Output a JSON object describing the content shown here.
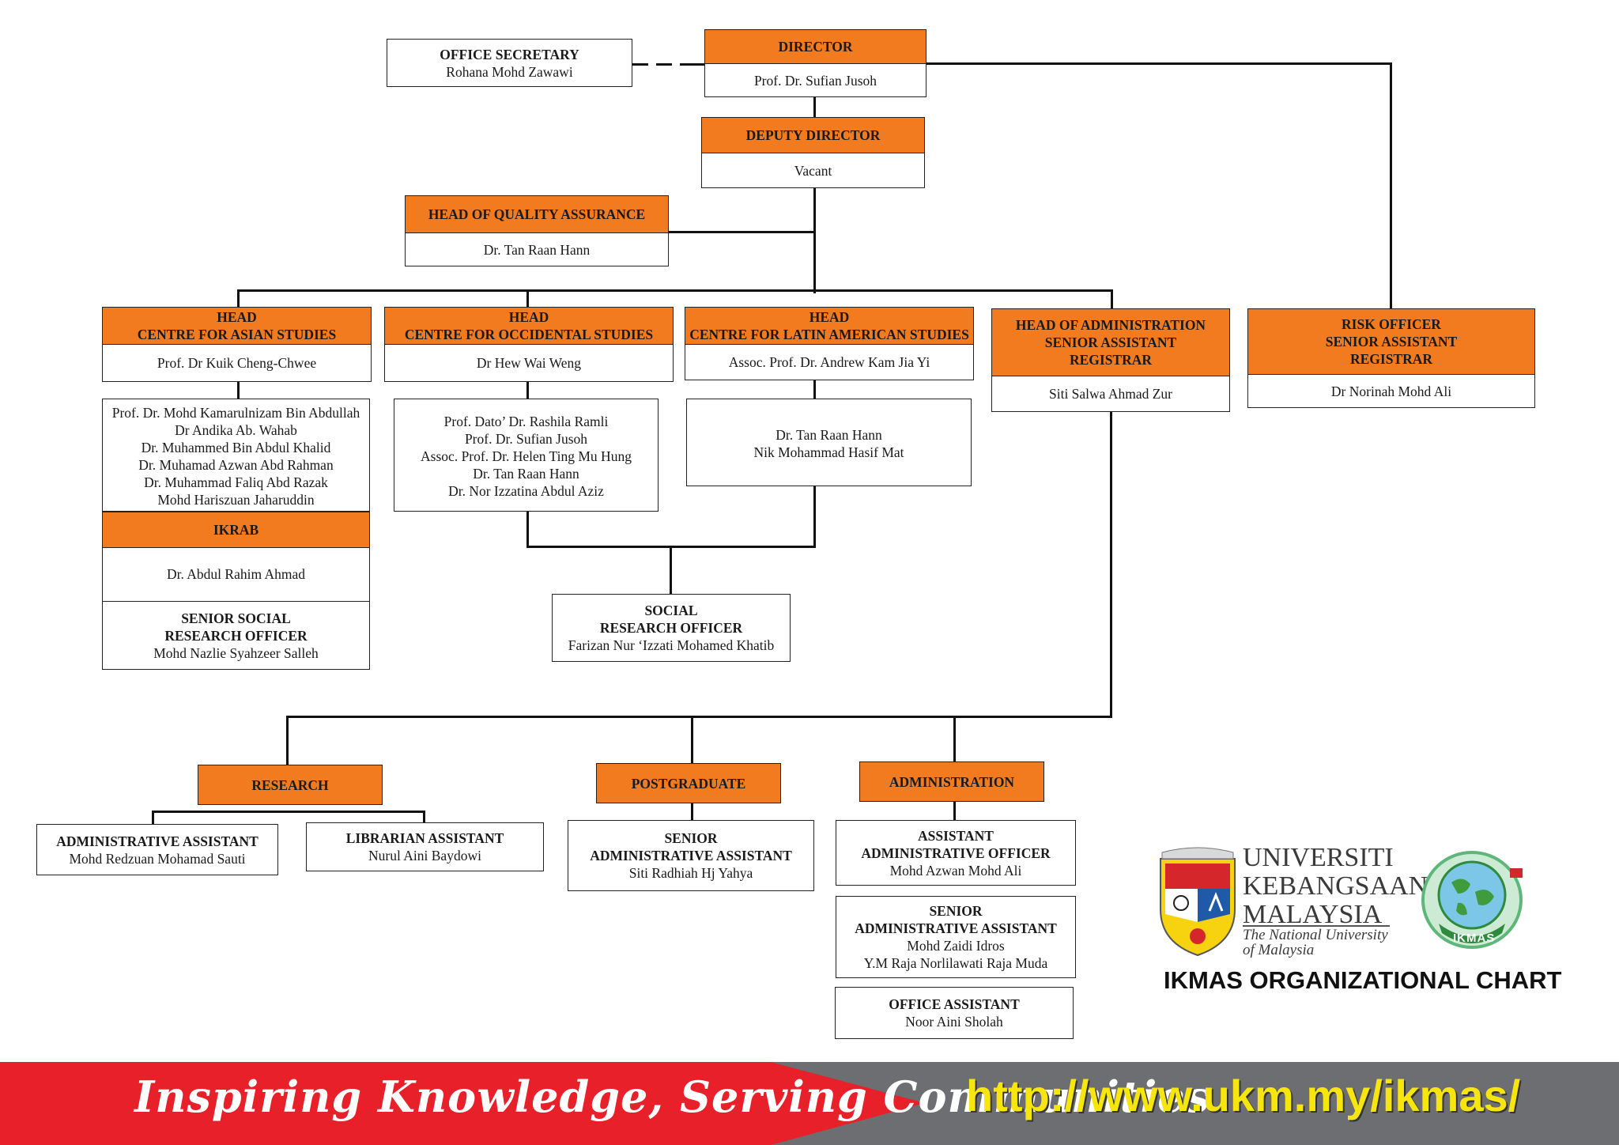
{
  "director": {
    "title": "DIRECTOR",
    "name": "Prof. Dr. Sufian Jusoh"
  },
  "office_secretary": {
    "title": "OFFICE SECRETARY",
    "name": "Rohana Mohd Zawawi"
  },
  "deputy_director": {
    "title": "DEPUTY DIRECTOR",
    "name": "Vacant"
  },
  "quality_assurance": {
    "title": "HEAD OF QUALITY ASSURANCE",
    "name": "Dr. Tan Raan Hann"
  },
  "asian_studies": {
    "title_line1": "HEAD",
    "title_line2": "CENTRE FOR ASIAN STUDIES",
    "name": "Prof. Dr Kuik Cheng-Chwee",
    "members": [
      "Prof. Dr. Mohd Kamarulnizam Bin Abdullah",
      "Dr Andika Ab. Wahab",
      "Dr. Muhammed Bin Abdul Khalid",
      "Dr. Muhamad Azwan Abd Rahman",
      "Dr. Muhammad Faliq Abd Razak",
      "Mohd Hariszuan Jaharuddin"
    ]
  },
  "ikrab": {
    "title": "IKRAB",
    "name": "Dr. Abdul Rahim Ahmad"
  },
  "senior_social": {
    "title_line1": "SENIOR SOCIAL",
    "title_line2": "RESEARCH OFFICER",
    "name": "Mohd Nazlie Syahzeer Salleh"
  },
  "occidental_studies": {
    "title_line1": "HEAD",
    "title_line2": "CENTRE FOR OCCIDENTAL STUDIES",
    "name": "Dr Hew Wai Weng",
    "members": [
      "Prof. Dato’ Dr. Rashila Ramli",
      "Prof. Dr. Sufian Jusoh",
      "Assoc. Prof. Dr. Helen Ting Mu Hung",
      "Dr. Tan Raan Hann",
      "Dr. Nor Izzatina Abdul Aziz"
    ]
  },
  "latin_american": {
    "title_line1": "HEAD",
    "title_line2": "CENTRE FOR LATIN AMERICAN STUDIES",
    "name": "Assoc. Prof. Dr. Andrew Kam Jia Yi",
    "members": [
      "Dr. Tan Raan Hann",
      "Nik Mohammad Hasif Mat"
    ]
  },
  "social_research": {
    "title_line1": "SOCIAL",
    "title_line2": "RESEARCH OFFICER",
    "name": "Farizan Nur ‘Izzati Mohamed Khatib"
  },
  "head_admin": {
    "title_line1": "HEAD OF ADMINISTRATION",
    "title_line2": "SENIOR ASSISTANT",
    "title_line3": "REGISTRAR",
    "name": "Siti Salwa Ahmad Zur"
  },
  "risk_officer": {
    "title_line1": "RISK OFFICER",
    "title_line2": "SENIOR ASSISTANT",
    "title_line3": "REGISTRAR",
    "name": "Dr Norinah Mohd Ali"
  },
  "research": {
    "title": "RESEARCH"
  },
  "postgraduate": {
    "title": "POSTGRADUATE"
  },
  "administration": {
    "title": "ADMINISTRATION"
  },
  "admin_assistant": {
    "title": "ADMINISTRATIVE ASSISTANT",
    "name": "Mohd Redzuan Mohamad Sauti"
  },
  "librarian_assistant": {
    "title": "LIBRARIAN ASSISTANT",
    "name": "Nurul Aini Baydowi"
  },
  "pg_senior_admin": {
    "title_line1": "SENIOR",
    "title_line2": "ADMINISTRATIVE ASSISTANT",
    "name": "Siti Radhiah Hj Yahya"
  },
  "asst_admin_officer": {
    "title_line1": "ASSISTANT",
    "title_line2": "ADMINISTRATIVE OFFICER",
    "name": "Mohd Azwan Mohd Ali"
  },
  "senior_admin_assistant": {
    "title_line1": "SENIOR",
    "title_line2": "ADMINISTRATIVE ASSISTANT",
    "names": [
      "Mohd Zaidi Idros",
      "Y.M Raja Norlilawati Raja Muda"
    ]
  },
  "office_assistant": {
    "title": "OFFICE ASSISTANT",
    "name": "Noor Aini Sholah"
  },
  "branding": {
    "ukm_line1": "UNIVERSITI",
    "ukm_line2": "KEBANGSAAN",
    "ukm_line3": "MALAYSIA",
    "ukm_sub1": "The National University",
    "ukm_sub2": "of Malaysia",
    "ikmas_logo_text": "IKMAS",
    "chart_title": "IKMAS ORGANIZATIONAL CHART"
  },
  "footer": {
    "tagline": "Inspiring Knowledge, Serving Communities",
    "url": "http://www.ukm.my/ikmas/",
    "colors": {
      "red": "#e8202a",
      "grey": "#6d6e71",
      "url": "#f6e60e"
    }
  },
  "colors": {
    "header_orange": "#f27b20",
    "border": "#222222"
  }
}
